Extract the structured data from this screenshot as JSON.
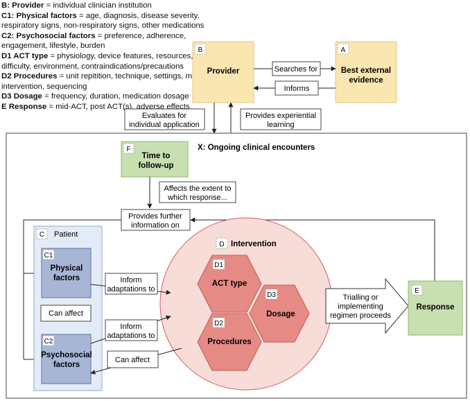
{
  "legend": [
    {
      "term": "B: Provider",
      "desc": " = individual clinician institution"
    },
    {
      "term": "C1: Physical factors",
      "desc": " = age, diagnosis, disease severity, respiratory signs, non-respiratory signs, other medications"
    },
    {
      "term": "C2: Psychosocial factors",
      "desc": " = preference, adherence, engagement, lifestyle, burden"
    },
    {
      "term": "D1 ACT type",
      "desc": " = physiology, device features, resources, difficulty, environment, contraindications/precautions"
    },
    {
      "term": "D2 Procedures",
      "desc": " = unit repitition, technique, settings, multi-intervention, sequencing"
    },
    {
      "term": "D3 Dosage",
      "desc": " = frequency, duration, medication dosage"
    },
    {
      "term": "E Response",
      "desc": " = mid-ACT, post ACT(s), adverse effects"
    }
  ],
  "nodes": {
    "provider": {
      "letter": "B",
      "label": "Provider"
    },
    "evidence": {
      "letter": "A",
      "label_line1": "Best external",
      "label_line2": "evidence"
    },
    "followup": {
      "letter": "F",
      "label_line1": "Time to",
      "label_line2": "follow-up"
    },
    "encounters": {
      "label": "X: Ongoing clinical encounters"
    },
    "patient": {
      "letter": "C",
      "label": "Patient"
    },
    "physical": {
      "letter": "C1",
      "label_line1": "Physical",
      "label_line2": "factors"
    },
    "psychosocial": {
      "letter": "C2",
      "label_line1": "Psychosocial",
      "label_line2": "factors"
    },
    "intervention": {
      "letter": "D",
      "label": "Intervention"
    },
    "act_type": {
      "letter": "D1",
      "label": "ACT type"
    },
    "procedures": {
      "letter": "D2",
      "label": "Procedures"
    },
    "dosage": {
      "letter": "D3",
      "label": "Dosage"
    },
    "response": {
      "letter": "E",
      "label": "Response"
    }
  },
  "edge_labels": {
    "searches_for": "Searches for",
    "informs": "Informs",
    "evaluates_line1": "Evaluates for",
    "evaluates_line2": "individual application",
    "experiential_line1": "Provides experiential",
    "experiential_line2": "learning",
    "affects_line1": "Affects the extent to",
    "affects_line2": "which response...",
    "further_line1": "Provides further",
    "further_line2": "information on",
    "inform_adapt1_line1": "Inform",
    "inform_adapt1_line2": "adaptations to",
    "can_affect_mid": "Can affect",
    "inform_adapt2_line1": "Inform",
    "inform_adapt2_line2": "adaptations to",
    "can_affect_low": "Can affect",
    "trialling_line1": "Trialling or",
    "trialling_line2": "implementing",
    "trialling_line3": "regimen proceeds"
  },
  "colors": {
    "yellow": "#fae6b1",
    "green": "#c8dfb0",
    "green_border": "#8dba6e",
    "blue": "#a8b6d6",
    "blue_border": "#5c74a8",
    "patient_bg": "#e3ebf6",
    "patient_border": "#8ea9d0",
    "circle_bg": "#f8dcd8",
    "circle_border": "#d65a5a",
    "hex_bg": "#e58a84",
    "hex_border": "#c25a55"
  }
}
